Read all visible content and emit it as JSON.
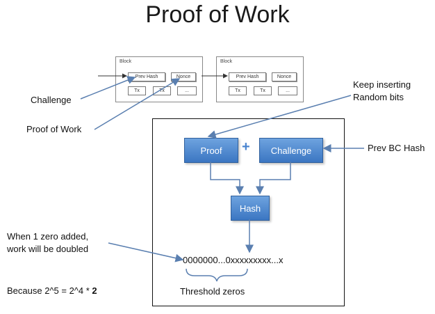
{
  "title": "Proof of Work",
  "blocks": [
    {
      "label": "Block",
      "prev_hash": "Prev Hash",
      "nonce": "Nonce",
      "tx1": "Tx",
      "tx2": "Tx",
      "more": "..."
    },
    {
      "label": "Block",
      "prev_hash": "Prev Hash",
      "nonce": "Nonce",
      "tx1": "Tx",
      "tx2": "Tx",
      "more": "..."
    }
  ],
  "labels": {
    "challenge": "Challenge",
    "proof_of_work": "Proof of Work",
    "keep_inserting_1": "Keep inserting",
    "keep_inserting_2": "Random bits",
    "prev_bc_hash": "Prev BC Hash",
    "zero_added_1": "When 1 zero added,",
    "zero_added_2": "work will be doubled",
    "because_prefix": "Because 2^5 = 2^4 * ",
    "because_bold": "2",
    "hash_string": "0000000...0xxxxxxxxx...x",
    "threshold": "Threshold zeros"
  },
  "nodes": {
    "proof": "Proof",
    "plus": "+",
    "challenge": "Challenge",
    "hash": "Hash"
  },
  "colors": {
    "node_fill_top": "#6ea3df",
    "node_fill_bottom": "#3b76c2",
    "arrow": "#5a7fb0"
  }
}
